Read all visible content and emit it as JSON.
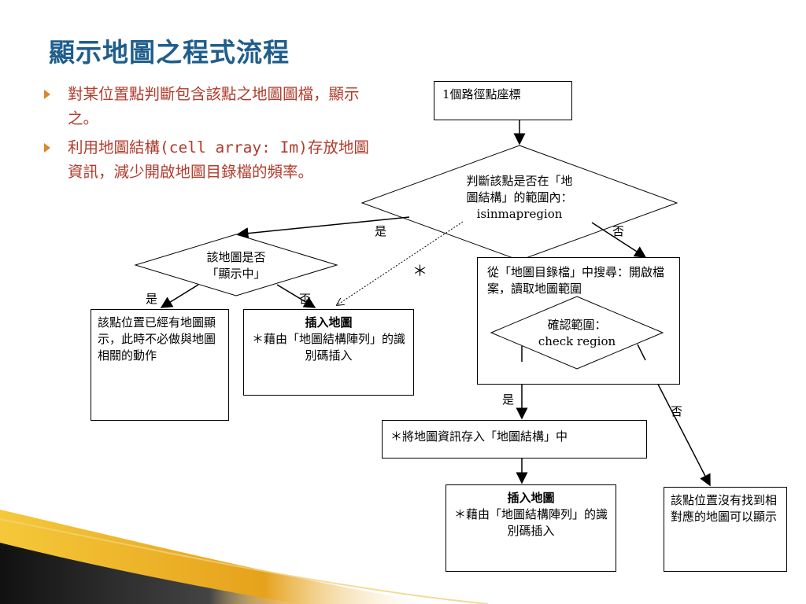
{
  "slide": {
    "title": "顯示地圖之程式流程",
    "bullets": [
      "對某位置點判斷包含該點之地圖圖檔，顯示之。",
      "利用地圖結構(cell array: Im)存放地圖資訊，減少開啟地圖目錄檔的頻率。"
    ]
  },
  "flowchart": {
    "start_box": "1個路徑點座標",
    "decision_main": [
      "判斷該點是否在「地",
      "圖結構」的範圍內：",
      "isinmapregion"
    ],
    "decision_displayed": [
      "該地圖是否",
      "「顯示中」"
    ],
    "box_already_shown": "該點位置已經有地圖顯示，此時不必做與地圖相關的動作",
    "box_insert_1": {
      "title": "插入地圖",
      "body": "＊藉由「地圖結構陣列」的識別碼插入"
    },
    "box_search": "從「地圖目錄檔」中搜尋：開啟檔案，讀取地圖範圍",
    "decision_check": [
      "確認範圍：",
      "check region"
    ],
    "box_store": "＊將地圖資訊存入「地圖結構」中",
    "box_insert_2": {
      "title": "插入地圖",
      "body": "＊藉由「地圖結構陣列」的識別碼插入"
    },
    "box_not_found": "該點位置沒有找到相對應的地圖可以顯示",
    "labels": {
      "yes": "是",
      "no": "否",
      "star": "＊"
    }
  },
  "colors": {
    "title": "#1f5e8c",
    "bullet_text": "#b13b2c",
    "bullet_marker": "#d9882c"
  }
}
